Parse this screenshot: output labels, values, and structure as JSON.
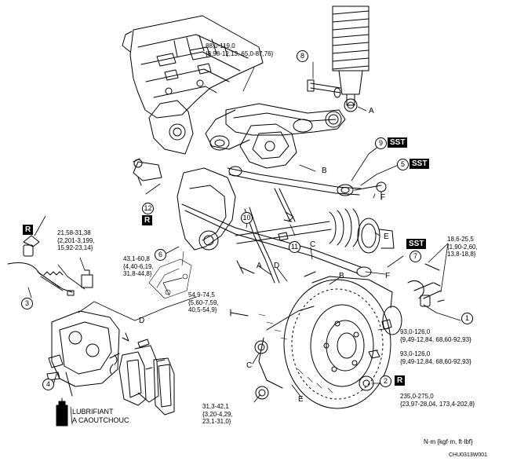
{
  "torques": {
    "t1": [
      "88,0-119,0",
      "{8,98-12,13, 65,0-87,76}"
    ],
    "t2": [
      "21,58-31,38",
      "{2,201-3,199,",
      "15,92-23,14}"
    ],
    "t3": [
      "43,1-60,8",
      "{4,40-6,19,",
      "31,8-44,8}"
    ],
    "t4": [
      "54,9-74,5",
      "{5,60-7,59,",
      "40,5-54,9}"
    ],
    "t5": [
      "18,6-25,5",
      "{1,90-2,60,",
      "13,8-18,8}"
    ],
    "t6": [
      "93,0-126,0",
      "{9,49-12,84, 68,60-92,93}"
    ],
    "t7": [
      "93,0-126,0",
      "{9,49-12,84, 68,60-92,93}"
    ],
    "t8": [
      "235,0-275,0",
      "{23,97-28,04, 173,4-202,8}"
    ],
    "t9": [
      "31,3-42,1",
      "{3,20-4,29,",
      "23,1-31,0}"
    ]
  },
  "callouts": {
    "n1": "1",
    "n2": "2",
    "n3": "3",
    "n4": "4",
    "n5": "5",
    "n6": "6",
    "n7": "7",
    "n8": "8",
    "n9": "9",
    "n10": "10",
    "n11": "11",
    "n12": "12"
  },
  "tags": {
    "sst": "SST",
    "r": "R"
  },
  "letters": {
    "a": "A",
    "b": "B",
    "c": "C",
    "d": "D",
    "e": "E",
    "f": "F"
  },
  "lubricant": [
    "LUBRIFIANT",
    "A CAOUTCHOUC"
  ],
  "units": "N·m {kgf·m, ft·lbf}",
  "code": "CHU0313W001"
}
